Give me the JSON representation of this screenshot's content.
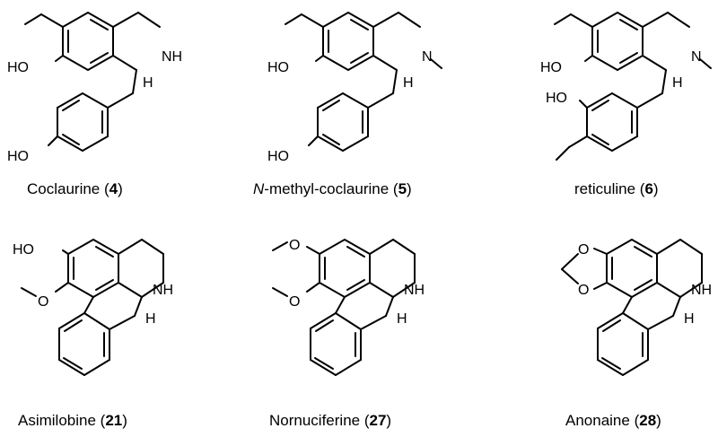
{
  "atoms": {
    "oh": "HO",
    "nh": "NH",
    "n": "N",
    "h": "H",
    "o": "O"
  },
  "compounds": [
    {
      "name": "Coclaurine",
      "number": "4"
    },
    {
      "prefix": "N",
      "name": "-methyl-coclaurine",
      "number": "5"
    },
    {
      "name": "reticuline",
      "number": "6"
    },
    {
      "name": "Asimilobine",
      "number": "21"
    },
    {
      "name": "Nornuciferine",
      "number": "27"
    },
    {
      "name": "Anonaine",
      "number": "28"
    }
  ]
}
